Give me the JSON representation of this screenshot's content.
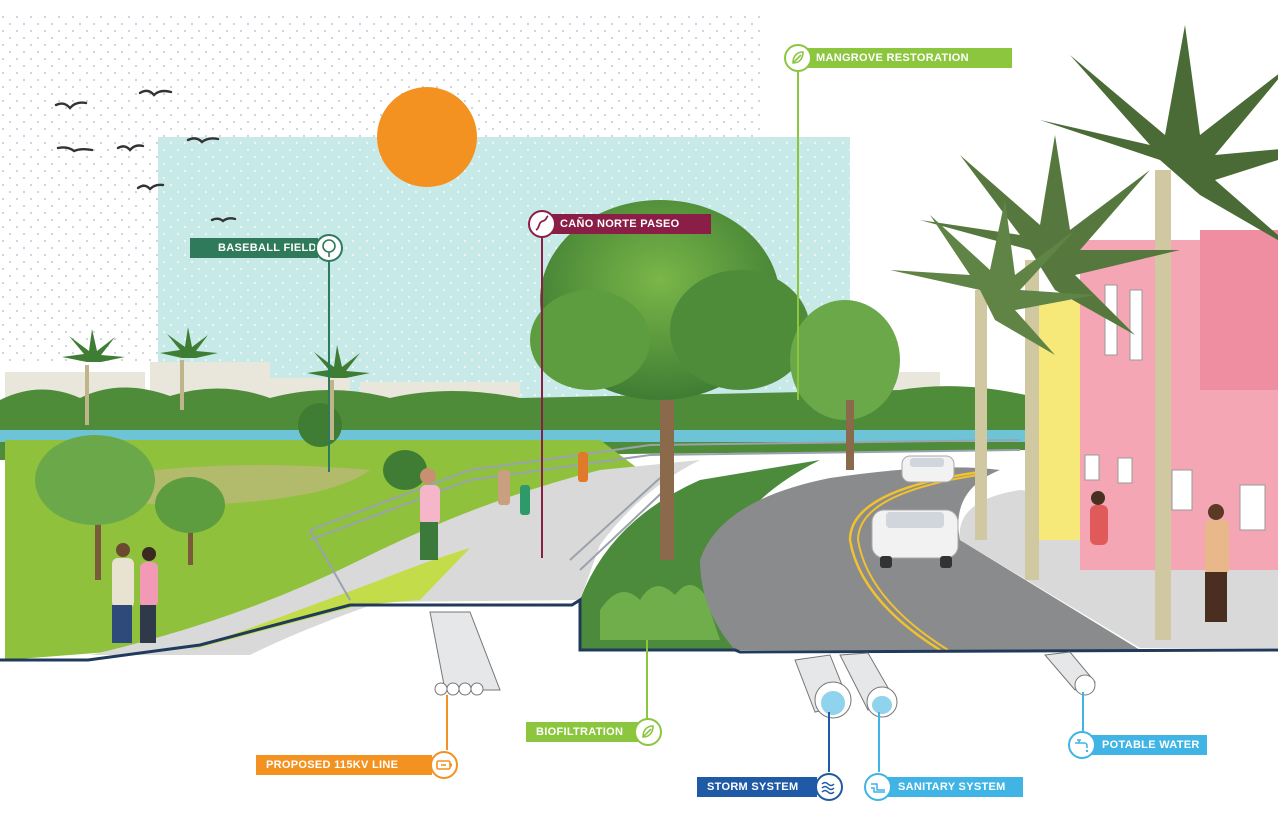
{
  "colors": {
    "sky_dots": "#dfe6ee",
    "sky_panel": "#bfe6e6",
    "sun": "#f39220",
    "grass": "#9ccc3c",
    "path": "#d9d9d9",
    "road": "#8a8b8d",
    "road_line": "#f2c12e",
    "ground_outline": "#1f3a5a",
    "building_pink": "#f4a6b4",
    "building_yellow": "#f6e97a"
  },
  "labels": {
    "mangrove": {
      "text": "MANGROVE RESTORATION",
      "color": "#8cc63f",
      "icon": "leaf-icon"
    },
    "baseball": {
      "text": "BASEBALL FIELD",
      "color": "#2f7a5a",
      "icon": "tree-icon"
    },
    "cano": {
      "text": "CAÑO NORTE PASEO",
      "color": "#8b1e46",
      "icon": "walking-path-icon"
    },
    "biofiltration": {
      "text": "BIOFILTRATION",
      "color": "#8cc63f",
      "icon": "leaf-icon"
    },
    "kv_line": {
      "text": "PROPOSED 115KV LINE",
      "color": "#f39220",
      "icon": "battery-icon"
    },
    "storm": {
      "text": "STORM SYSTEM",
      "color": "#1f5aa6",
      "icon": "waves-icon"
    },
    "sanitary": {
      "text": "SANITARY SYSTEM",
      "color": "#3fb4e5",
      "icon": "pipe-icon"
    },
    "potable": {
      "text": "POTABLE WATER",
      "color": "#3fb4e5",
      "icon": "faucet-icon"
    }
  }
}
